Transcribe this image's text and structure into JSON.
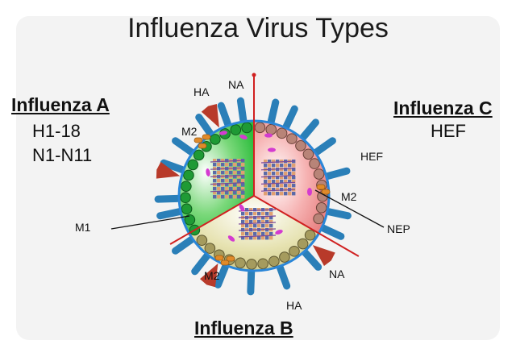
{
  "title": "Influenza Virus Types",
  "types": {
    "a": {
      "name": "Influenza A",
      "line1": "H1-18",
      "line2": "N1-N11"
    },
    "b": {
      "name": "Influenza B"
    },
    "c": {
      "name": "Influenza C",
      "line1": "HEF"
    }
  },
  "labels": {
    "ha_top": "HA",
    "na_top": "NA",
    "m2_left_top": "M2",
    "hef": "HEF",
    "m2_right": "M2",
    "m1": "M1",
    "nep": "NEP",
    "m2_bottom": "M2",
    "na_bottom": "NA",
    "ha_bottom": "HA"
  },
  "colors": {
    "segment_a": "#3cc04a",
    "segment_b": "#d8d49a",
    "segment_c": "#f08a8a",
    "envelope": "#2a86d8",
    "spike_blue": "#2a7fb8",
    "spike_red": "#b83a2a",
    "divider": "#d02020"
  }
}
